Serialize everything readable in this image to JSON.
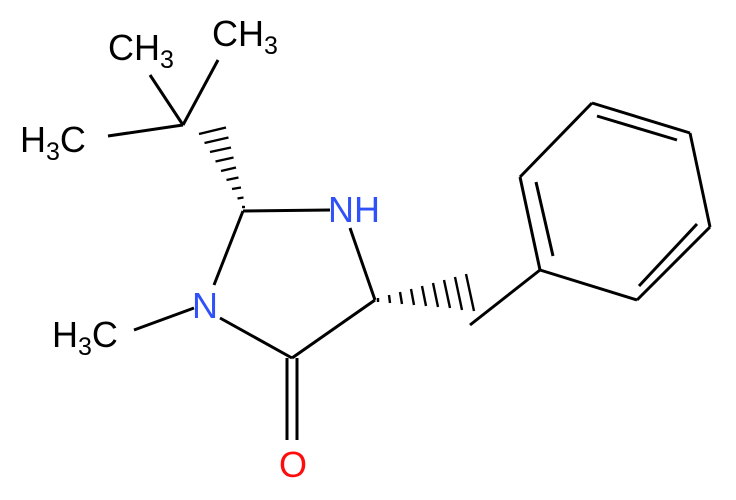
{
  "molecule": {
    "colors": {
      "bond": "#000000",
      "nitrogen": "#3050F8",
      "oxygen": "#FF0D0D",
      "carbon_label": "#000000",
      "background": "#FFFFFF"
    },
    "atom_labels": {
      "methyl_top_left": {
        "element": "H",
        "subscript": "3",
        "prefix": "C"
      },
      "methyl_top_right": {
        "element": "CH",
        "subscript": "3"
      },
      "methyl_left": {
        "prefix": "H",
        "subscript": "3",
        "element": "C"
      },
      "nh": "NH",
      "n_methyl": "N",
      "methyl_on_n": {
        "prefix": "H",
        "subscript": "3",
        "element": "C"
      },
      "carbonyl_oxygen": "O"
    }
  }
}
